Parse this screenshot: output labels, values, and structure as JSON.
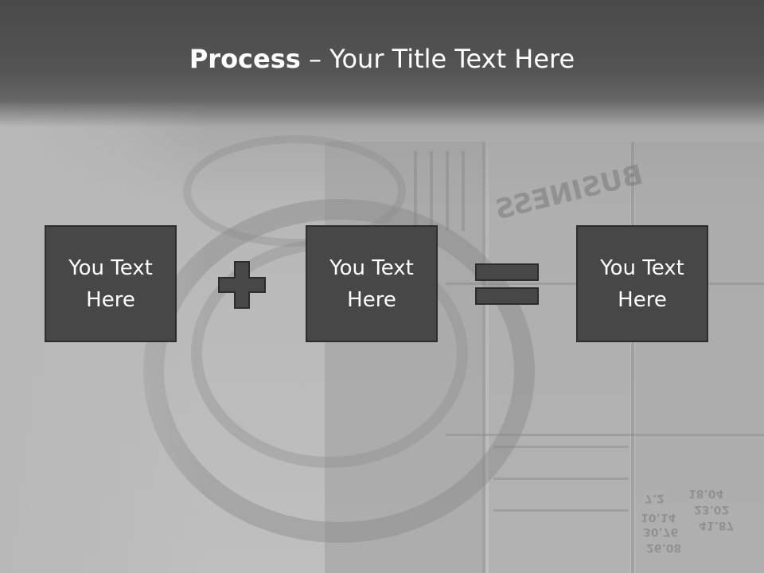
{
  "slide": {
    "title_bold": "Process",
    "title_rest": " – Your Title Text Here"
  },
  "boxes": [
    {
      "text": "You Text Here"
    },
    {
      "text": "You Text Here"
    },
    {
      "text": "You Text Here"
    }
  ],
  "operators": {
    "first": "plus-icon",
    "second": "equals-icon"
  },
  "background": {
    "watermark_word": "BUSINESS",
    "numbers": [
      "7.2",
      "18.04",
      "23.02",
      "10.14",
      "41.87",
      "30.76",
      "26.08"
    ]
  },
  "colors": {
    "header": "#4a4a4a",
    "box_fill": "#474747",
    "box_border": "#2d2d2d",
    "operator_fill": "#474747",
    "text": "#ffffff"
  }
}
